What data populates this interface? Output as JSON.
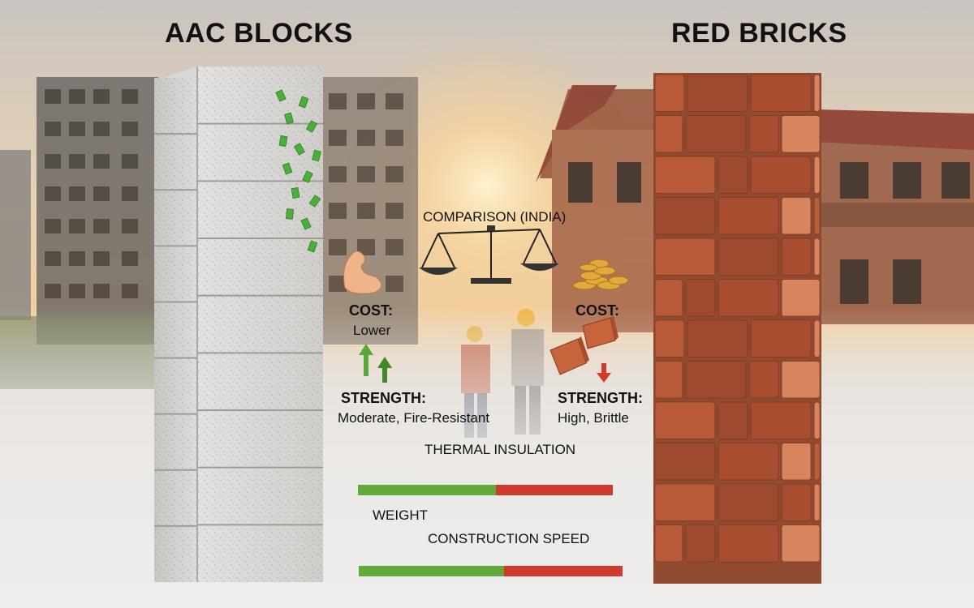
{
  "titles": {
    "left": "AAC BLOCKS",
    "right": "RED BRICKS"
  },
  "comparison": {
    "title": "COMPARISON (INDIA)"
  },
  "aac": {
    "cost_heading": "COST:",
    "cost_value": "Lower",
    "strength_heading": "STRENGTH:",
    "strength_value": "Moderate, Fire-Resistant"
  },
  "red": {
    "cost_heading": "COST:",
    "strength_heading": "STRENGTH:",
    "strength_value": "High, Brittle"
  },
  "metrics": {
    "thermal_label": "THERMAL INSULATION",
    "thermal_green_fraction": 0.54,
    "weight_label": "WEIGHT",
    "speed_label": "CONSTRUCTION SPEED",
    "speed_green_fraction": 0.55
  },
  "colors": {
    "green": "#62a93b",
    "red": "#cf3a2f",
    "aac_block": "#d2d1ce",
    "brick": "#b85a38"
  },
  "icons": [
    "muscle-icon",
    "money-icon",
    "coins-icon",
    "broken-brick-icon",
    "balance-scale-icon",
    "arrow-up-icon",
    "arrow-down-icon"
  ]
}
